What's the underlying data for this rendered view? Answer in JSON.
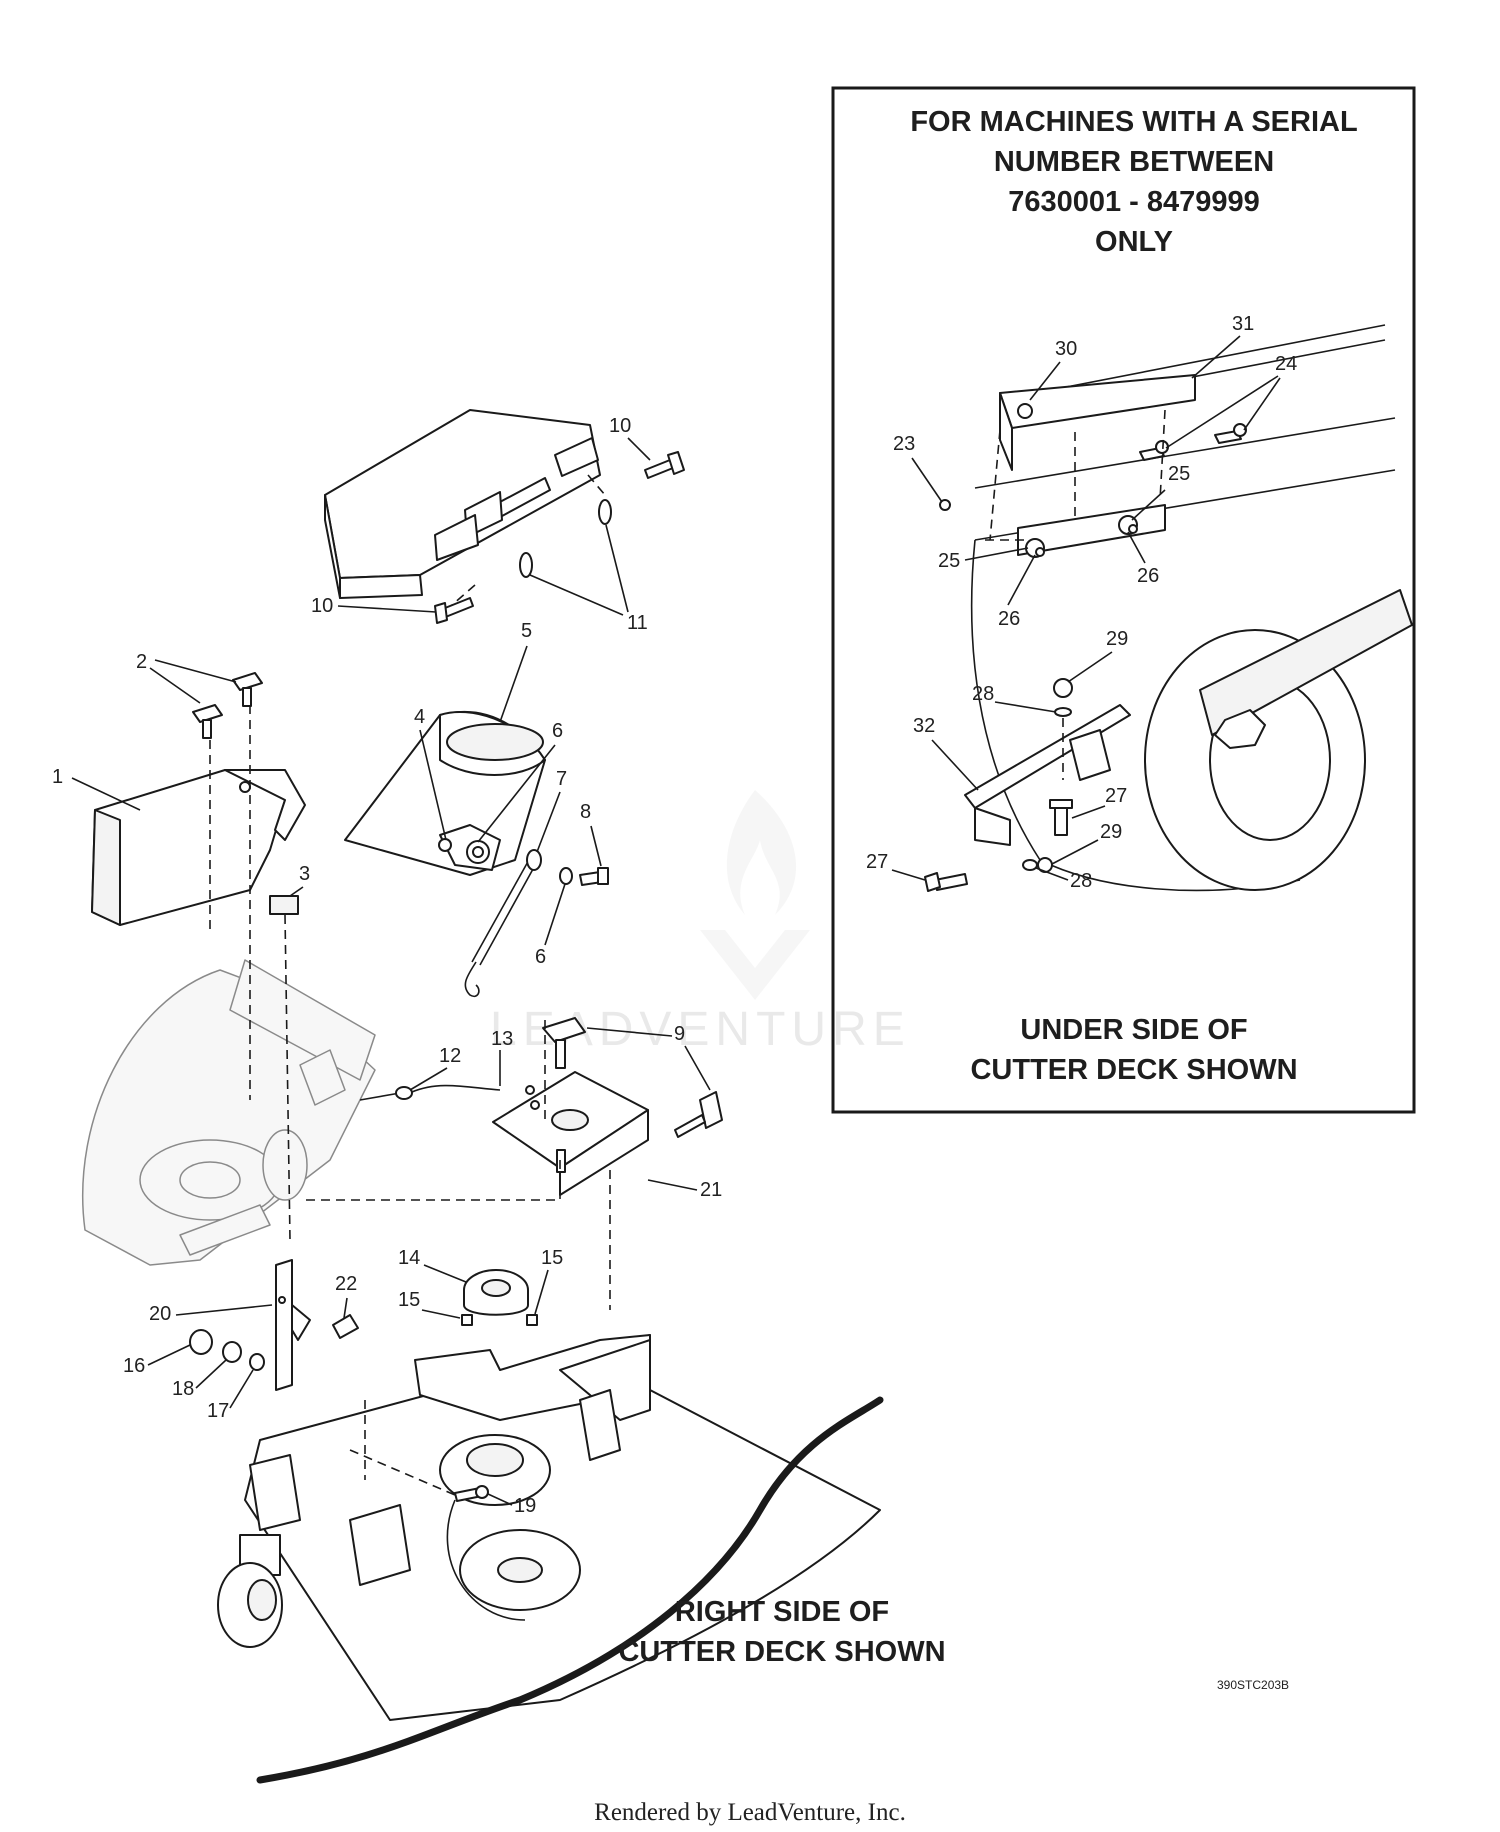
{
  "inset": {
    "heading_line1": "FOR MACHINES WITH A SERIAL",
    "heading_line2": "NUMBER BETWEEN",
    "heading_line3": "7630001 - 8479999",
    "heading_line4": "ONLY",
    "caption_line1": "UNDER SIDE OF",
    "caption_line2": "CUTTER DECK SHOWN",
    "callouts": {
      "c30": "30",
      "c31": "31",
      "c24": "24",
      "c23": "23",
      "c25a": "25",
      "c25b": "25",
      "c26a": "26",
      "c26b": "26",
      "c29a": "29",
      "c28a": "28",
      "c32": "32",
      "c27a": "27",
      "c29b": "29",
      "c27b": "27",
      "c28b": "28"
    }
  },
  "main": {
    "caption_line1": "RIGHT SIDE OF",
    "caption_line2": "CUTTER DECK SHOWN",
    "drawing_code": "390STC203B",
    "callouts": {
      "c10a": "10",
      "c10b": "10",
      "c11": "11",
      "c5": "5",
      "c2": "2",
      "c1": "1",
      "c4": "4",
      "c6a": "6",
      "c7": "7",
      "c8": "8",
      "c3": "3",
      "c6b": "6",
      "c9": "9",
      "c12": "12",
      "c13": "13",
      "c21": "21",
      "c14": "14",
      "c15a": "15",
      "c15b": "15",
      "c22": "22",
      "c20": "20",
      "c16": "16",
      "c18": "18",
      "c17": "17",
      "c19": "19"
    }
  },
  "watermark": "LEADVENTURE",
  "footer": "Rendered by LeadVenture, Inc."
}
